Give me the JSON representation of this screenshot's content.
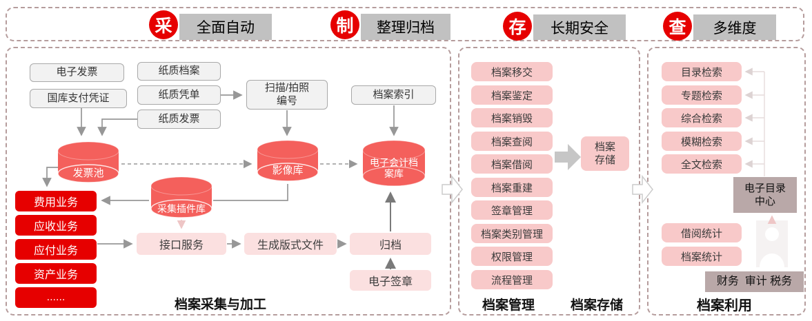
{
  "header": {
    "steps": [
      {
        "char": "采",
        "label": "全面自动"
      },
      {
        "char": "制",
        "label": "整理归档"
      },
      {
        "char": "存",
        "label": "长期安全"
      },
      {
        "char": "查",
        "label": "多维度"
      }
    ]
  },
  "collect": {
    "label": "档案采集与加工",
    "box_einvoice": "电子发票",
    "box_treasury": "国库支付凭证",
    "box_paper_archive": "纸质档案",
    "box_paper_voucher": "纸质凭单",
    "box_paper_invoice": "纸质发票",
    "box_scan": "扫描/拍照\n编号",
    "box_index": "档案索引",
    "cyl_invoice_pool": "发票池",
    "cyl_plugin": "采集插件库",
    "cyl_image": "影像库",
    "cyl_earchive": "电子会计档\n案库",
    "biz": [
      "费用业务",
      "应收业务",
      "应付业务",
      "资产业务",
      "......"
    ],
    "box_interface": "接口服务",
    "box_layout_file": "生成版式文件",
    "box_archive": "归档",
    "box_esign": "电子签章"
  },
  "manage": {
    "label": "档案管理",
    "items": [
      "档案移交",
      "档案鉴定",
      "档案销毁",
      "档案查阅",
      "档案借阅",
      "档案重建",
      "签章管理",
      "档案类别管理",
      "权限管理",
      "流程管理"
    ],
    "storage_box": "档案\n存储",
    "storage_label": "档案存储"
  },
  "use": {
    "label": "档案利用",
    "items": [
      "目录检索",
      "专题检索",
      "综合检索",
      "模糊检索",
      "全文检索"
    ],
    "catalog_center": "电子目录\n中心",
    "stat_borrow": "借阅统计",
    "stat_archive": "档案统计",
    "roles": "财务  审计 税务"
  },
  "colors": {
    "accent_red": "#e60000",
    "cylinder_salmon": "#f4605c",
    "pink_item": "#f8c9c9",
    "pink_process": "#fbe0e0",
    "mauve_box": "#b9a8a8",
    "gray_band": "#c1c1c1",
    "dashed_border": "#b59c9c"
  }
}
